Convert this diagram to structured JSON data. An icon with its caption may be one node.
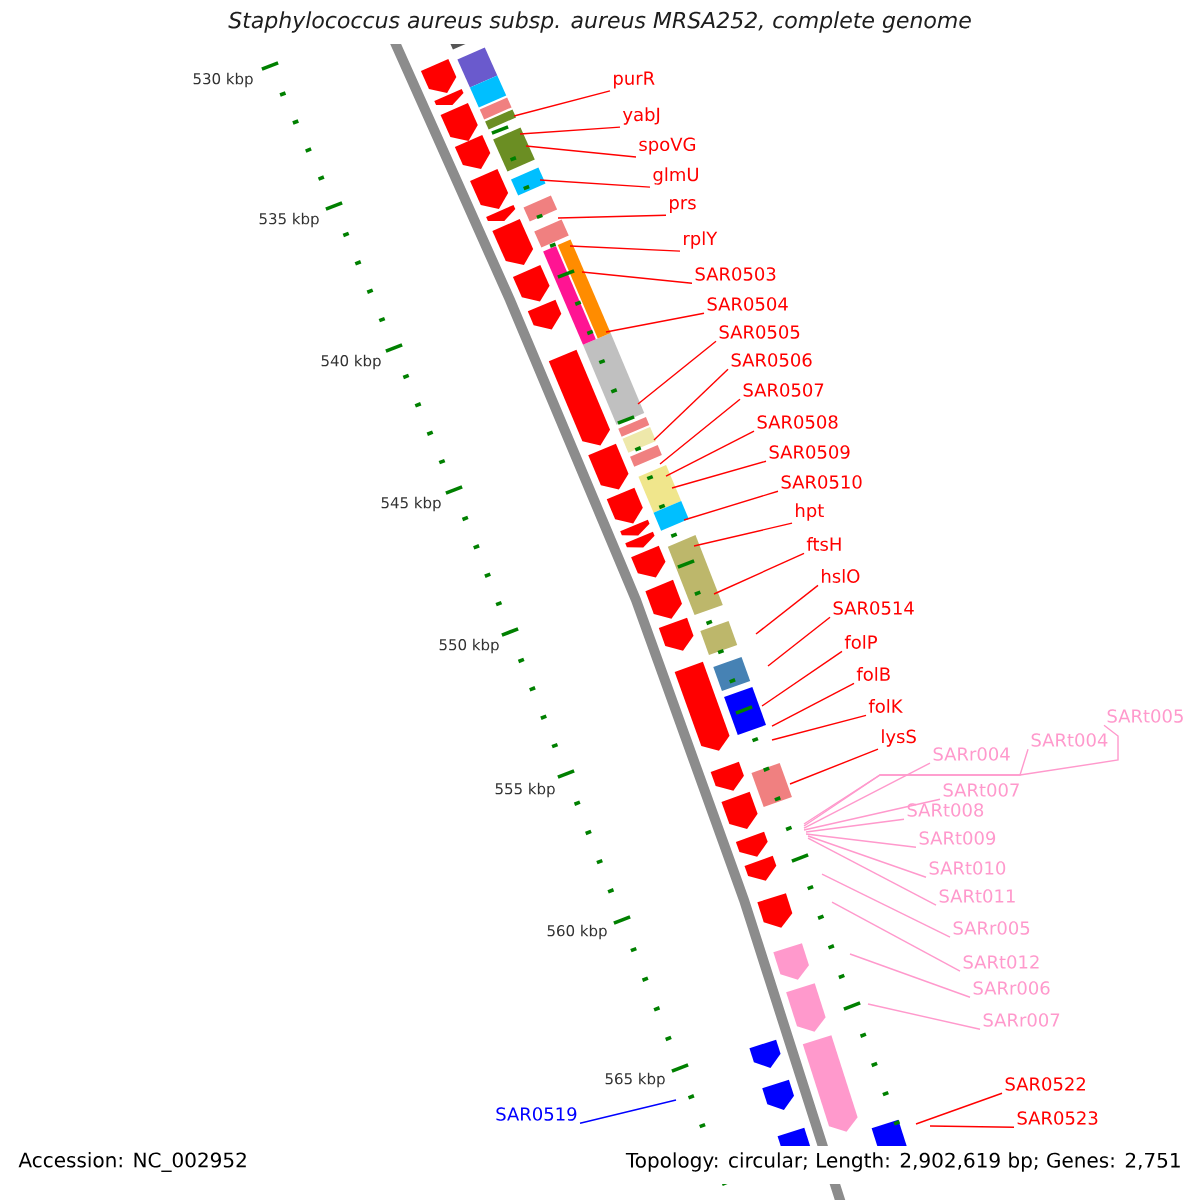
{
  "diagram": {
    "title": "Staphylococcus aureus subsp. aureus MRSA252, complete genome",
    "nodes": [
      {
        "text": [
          "purR"
        ]
      },
      {
        "text": [
          "yabJ"
        ]
      },
      {
        "text": [
          "spoVG"
        ]
      },
      {
        "text": [
          "glmU"
        ]
      },
      {
        "text": [
          "prs"
        ]
      },
      {
        "text": [
          "rplY"
        ]
      },
      {
        "text": [
          "SAR0503"
        ]
      },
      {
        "text": [
          "SAR0504"
        ]
      },
      {
        "text": [
          "SAR0505"
        ]
      },
      {
        "text": [
          "SAR0506"
        ]
      },
      {
        "text": [
          "SAR0507"
        ]
      },
      {
        "text": [
          "SAR0508"
        ]
      },
      {
        "text": [
          "SAR0509"
        ]
      },
      {
        "text": [
          "SAR0510"
        ]
      },
      {
        "text": [
          "hpt"
        ]
      },
      {
        "text": [
          "ftsH"
        ]
      },
      {
        "text": [
          "hslO"
        ]
      },
      {
        "text": [
          "SAR0514"
        ]
      },
      {
        "text": [
          "folP"
        ]
      },
      {
        "text": [
          "folB"
        ]
      },
      {
        "text": [
          "folK"
        ]
      },
      {
        "text": [
          "lysS"
        ]
      },
      {
        "text": [
          "SARt005"
        ]
      },
      {
        "text": [
          "SARt004"
        ]
      },
      {
        "text": [
          "SARr004"
        ]
      },
      {
        "text": [
          "SARt007"
        ]
      },
      {
        "text": [
          "SARt008"
        ]
      },
      {
        "text": [
          "SARt009"
        ]
      },
      {
        "text": [
          "SARt010"
        ]
      },
      {
        "text": [
          "SARt011"
        ]
      },
      {
        "text": [
          "SARr005"
        ]
      },
      {
        "text": [
          "SARt012"
        ]
      },
      {
        "text": [
          "SARr006"
        ]
      },
      {
        "text": [
          "SARr007"
        ]
      },
      {
        "text": [
          "SAR0519"
        ]
      },
      {
        "text": [
          "SAR0522"
        ]
      },
      {
        "text": [
          "SAR0523"
        ]
      }
    ],
    "edges": [
      {
        "from": 0,
        "to": null,
        "arrow": "none"
      },
      {
        "from": 1,
        "to": null,
        "arrow": "none"
      },
      {
        "from": 2,
        "to": null,
        "arrow": "none"
      },
      {
        "from": 3,
        "to": null,
        "arrow": "none"
      },
      {
        "from": 4,
        "to": null,
        "arrow": "none"
      },
      {
        "from": 5,
        "to": null,
        "arrow": "none"
      },
      {
        "from": 6,
        "to": null,
        "arrow": "none"
      },
      {
        "from": 7,
        "to": null,
        "arrow": "none"
      },
      {
        "from": 8,
        "to": null,
        "arrow": "none"
      },
      {
        "from": 9,
        "to": null,
        "arrow": "none"
      },
      {
        "from": 10,
        "to": null,
        "arrow": "none"
      },
      {
        "from": 11,
        "to": null,
        "arrow": "none"
      },
      {
        "from": 12,
        "to": null,
        "arrow": "none"
      },
      {
        "from": 13,
        "to": null,
        "arrow": "none"
      },
      {
        "from": 14,
        "to": null,
        "arrow": "none"
      },
      {
        "from": 15,
        "to": null,
        "arrow": "none"
      },
      {
        "from": 16,
        "to": null,
        "arrow": "none"
      },
      {
        "from": 17,
        "to": null,
        "arrow": "none"
      },
      {
        "from": 18,
        "to": null,
        "arrow": "none"
      },
      {
        "from": 19,
        "to": null,
        "arrow": "none"
      },
      {
        "from": 20,
        "to": null,
        "arrow": "none"
      },
      {
        "from": 21,
        "to": null,
        "arrow": "none"
      },
      {
        "from": 22,
        "to": null,
        "arrow": "none",
        "color": "#ff99cc"
      },
      {
        "from": 23,
        "to": null,
        "arrow": "none",
        "color": "#ff99cc"
      },
      {
        "from": 24,
        "to": null,
        "arrow": "none",
        "color": "#ff99cc"
      },
      {
        "from": 25,
        "to": null,
        "arrow": "none",
        "color": "#ff99cc"
      },
      {
        "from": 26,
        "to": null,
        "arrow": "none",
        "color": "#ff99cc"
      },
      {
        "from": 27,
        "to": null,
        "arrow": "none",
        "color": "#ff99cc"
      },
      {
        "from": 28,
        "to": null,
        "arrow": "none",
        "color": "#ff99cc"
      },
      {
        "from": 29,
        "to": null,
        "arrow": "none",
        "color": "#ff99cc"
      },
      {
        "from": 30,
        "to": null,
        "arrow": "none",
        "color": "#ff99cc"
      },
      {
        "from": 31,
        "to": null,
        "arrow": "none",
        "color": "#ff99cc"
      },
      {
        "from": 32,
        "to": null,
        "arrow": "none",
        "color": "#ff99cc"
      },
      {
        "from": 33,
        "to": null,
        "arrow": "none",
        "color": "#ff99cc"
      },
      {
        "from": 34,
        "to": null,
        "arrow": "none",
        "color": "#0000ff"
      },
      {
        "from": 35,
        "to": null,
        "arrow": "none"
      },
      {
        "from": 36,
        "to": null,
        "arrow": "none"
      }
    ],
    "labels": [
      "530 kbp",
      "535 kbp",
      "540 kbp",
      "545 kbp",
      "550 kbp",
      "555 kbp",
      "560 kbp",
      "565 kbp",
      "Accession: NC_002952",
      "Topology: circular; Length: 2,902,619 bp; Genes: 2,751"
    ]
  }
}
